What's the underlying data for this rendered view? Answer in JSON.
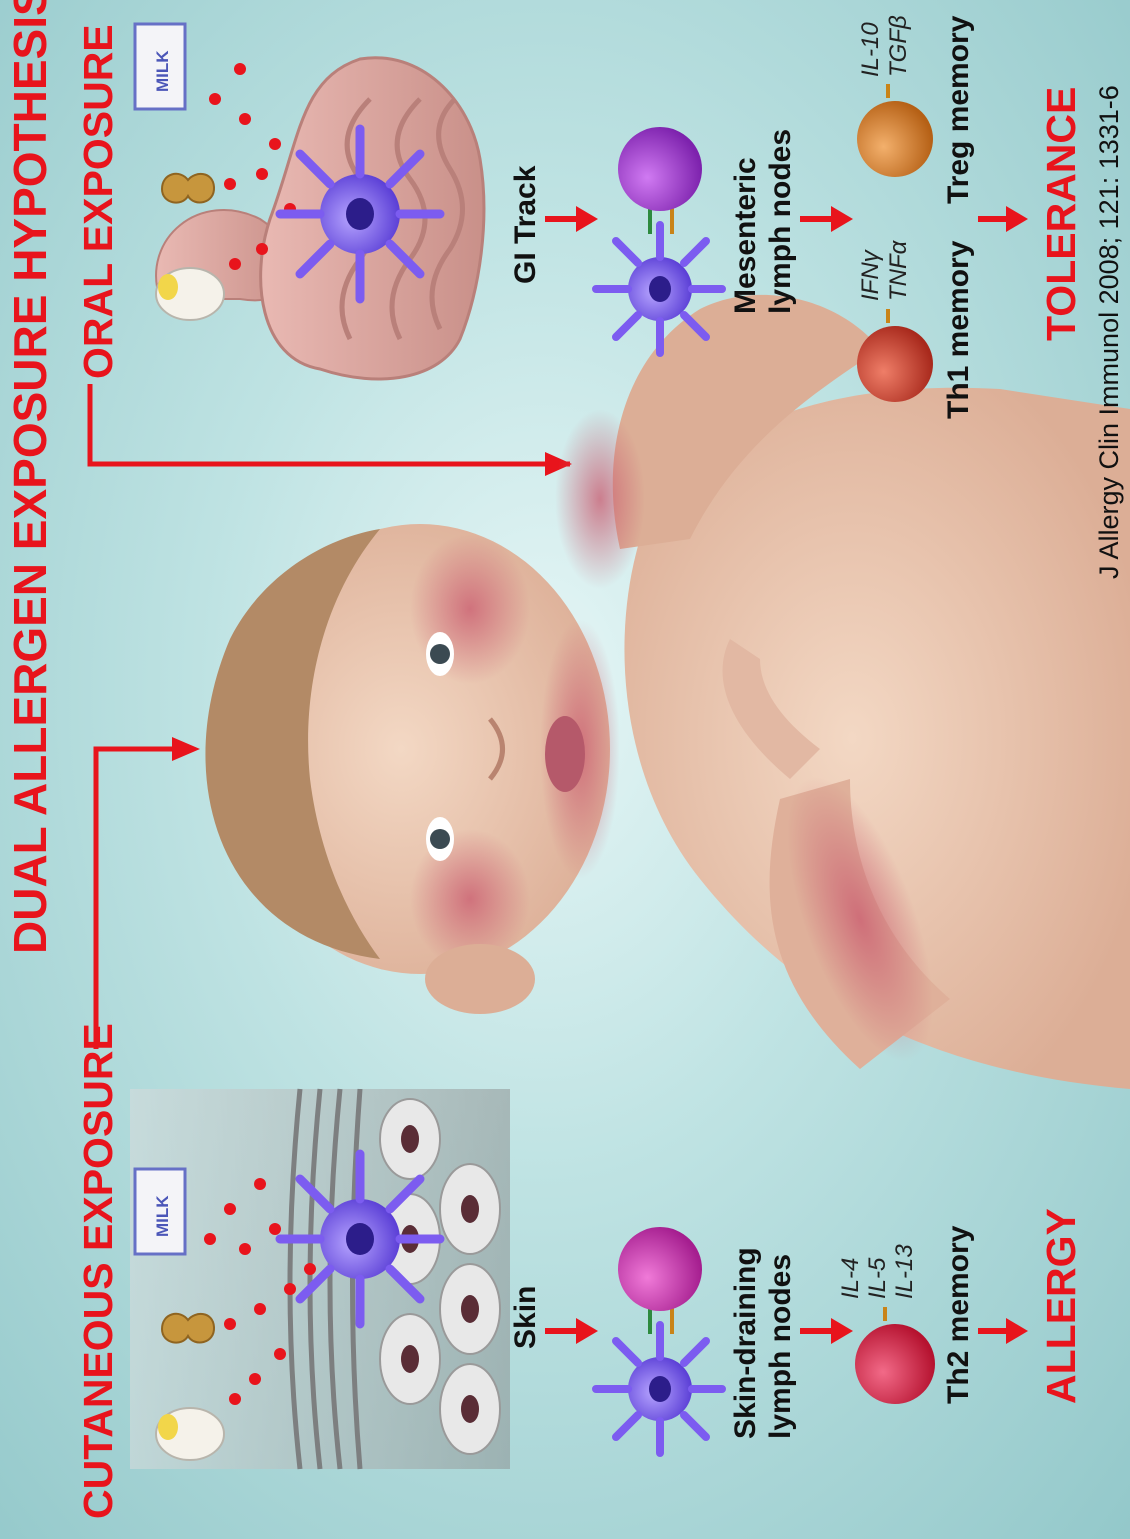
{
  "title": "DUAL ALLERGEN EXPOSURE HYPOTHESIS",
  "left": {
    "heading": "CUTANEOUS EXPOSURE",
    "milk_label": "MILK",
    "step1": "Skin",
    "step2_line1": "Skin-draining",
    "step2_line2": "lymph nodes",
    "cytokines": [
      "IL-4",
      "IL-5",
      "IL-13"
    ],
    "memory": "Th2 memory",
    "outcome": "ALLERGY"
  },
  "right": {
    "heading": "ORAL EXPOSURE",
    "milk_label": "MILK",
    "step1": "GI Track",
    "step2_line1": "Mesenteric",
    "step2_line2": "lymph nodes",
    "th1_cytokines": [
      "IFNγ",
      "TNFα"
    ],
    "treg_cytokines": [
      "IL-10",
      "TGFβ"
    ],
    "th1_memory": "Th1 memory",
    "treg_memory": "Treg memory",
    "outcome": "TOLERANCE"
  },
  "citation": "J Allergy Clin Immunol 2008; 121: 1331-6",
  "colors": {
    "red": "#e8141c",
    "dendritic": "#7c5cf0",
    "th2_cell": "#d4244a",
    "magenta_cell": "#c23ab5",
    "purple_cell": "#9b3cc6",
    "th1_cell": "#c9382a",
    "treg_cell": "#d07a2e"
  }
}
